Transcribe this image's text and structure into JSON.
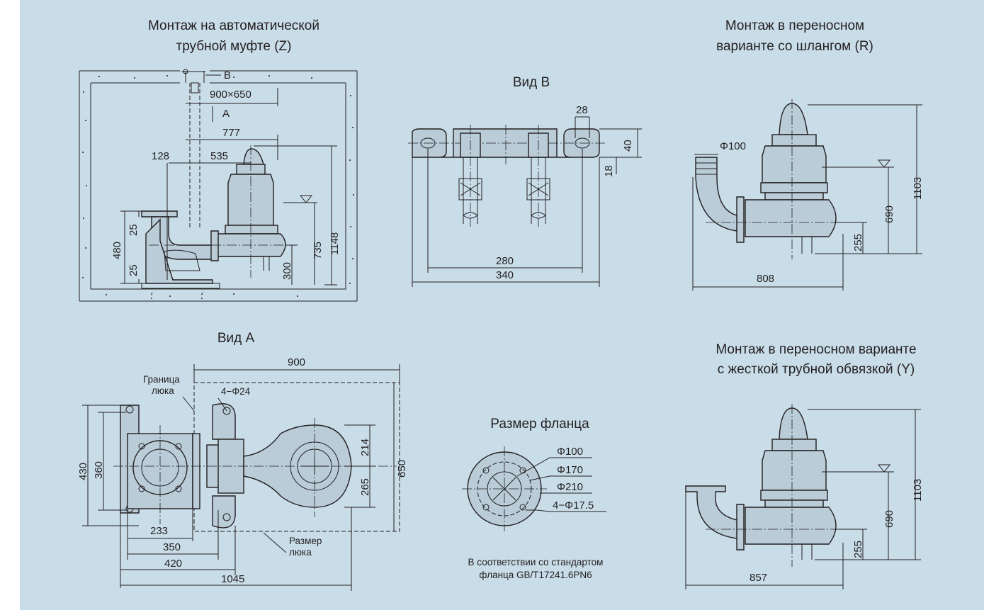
{
  "titles": {
    "install_z": [
      "Монтаж на автоматической",
      "трубной муфте (Z)"
    ],
    "view_b": "Вид В",
    "install_r": [
      "Монтаж в переносном",
      "варианте со шлангом (R)"
    ],
    "view_a": "Вид А",
    "flange": "Размер фланца",
    "install_y": [
      "Монтаж в переносном варианте",
      "с жесткой трубной обвязкой (Y)"
    ]
  },
  "z_dims": {
    "b": "B",
    "a": "A",
    "pit": "900×650",
    "d777": "777",
    "d128": "128",
    "d535": "535",
    "d1148": "1148",
    "d735": "735",
    "d300": "300",
    "d480": "480",
    "d25a": "25",
    "d25b": "25"
  },
  "b_dims": {
    "d28": "28",
    "d40": "40",
    "d18": "18",
    "d280": "280",
    "d340": "340"
  },
  "r_dims": {
    "phi100": "Φ100",
    "d1103": "1103",
    "d690": "690",
    "d255": "255",
    "d808": "808"
  },
  "a_dims": {
    "d900": "900",
    "hatch_border": [
      "Граница",
      "люка"
    ],
    "holes": "4−Φ24",
    "d430": "430",
    "d360": "360",
    "d214": "214",
    "d265": "265",
    "d650": "650",
    "d233": "233",
    "d350": "350",
    "d420": "420",
    "d1045": "1045",
    "hatch_size": [
      "Размер",
      "люка"
    ]
  },
  "flange_dims": {
    "phi100": "Φ100",
    "phi170": "Φ170",
    "phi210": "Φ210",
    "holes": "4−Φ17.5",
    "standard": [
      "В соответствии со стандартом",
      "фланца GB/T17241.6PN6"
    ]
  },
  "y_dims": {
    "d1103": "1103",
    "d690": "690",
    "d255": "255",
    "d857": "857"
  },
  "colors": {
    "background": "#c9dde9",
    "line": "#231f20"
  }
}
